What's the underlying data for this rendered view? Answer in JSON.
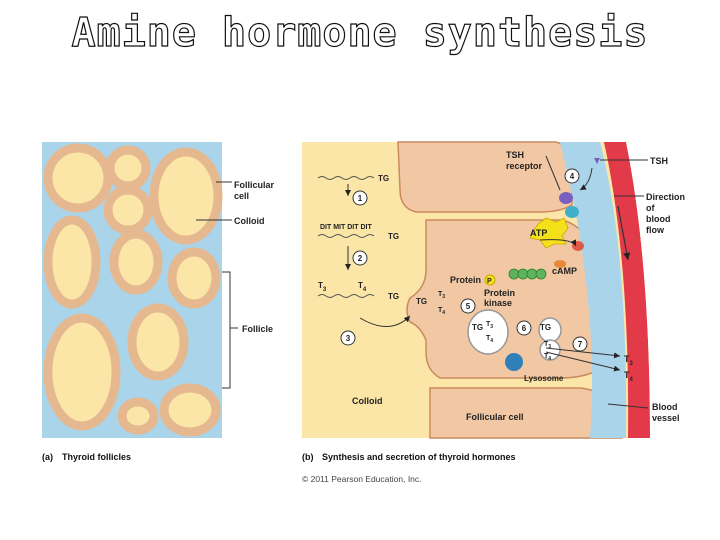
{
  "title": "Amine hormone synthesis",
  "panel_a": {
    "caption_letter": "(a)",
    "caption": "Thyroid follicles",
    "labels": {
      "follicular_cell": [
        "Follicular",
        "cell"
      ],
      "colloid": "Colloid",
      "follicle": "Follicle"
    }
  },
  "panel_b": {
    "caption_letter": "(b)",
    "caption": "Synthesis and secretion of thyroid hormones",
    "tg": "TG",
    "dit_mit": "DIT MIT DIT DIT",
    "t3": "T",
    "t4": "T",
    "sub3": "3",
    "sub4": "4",
    "steps": [
      "1",
      "2",
      "3",
      "4",
      "5",
      "6",
      "7"
    ],
    "tsh_receptor": [
      "TSH",
      "receptor"
    ],
    "tsh": "TSH",
    "direction": [
      "Direction",
      "of",
      "blood",
      "flow"
    ],
    "atp": "ATP",
    "camp": "cAMP",
    "protein": "Protein",
    "p": "P",
    "protein_kinase": [
      "Protein",
      "kinase"
    ],
    "lysosome": "Lysosome",
    "colloid": "Colloid",
    "follicular_cell": "Follicular cell",
    "blood_vessel": [
      "Blood",
      "vessel"
    ]
  },
  "copyright": "© 2011 Pearson Education, Inc.",
  "colors": {
    "cell": "#f2c8a4",
    "colloid": "#fbe6a8",
    "blood": "#e23a48",
    "interstitial": "#a9d4ea"
  }
}
